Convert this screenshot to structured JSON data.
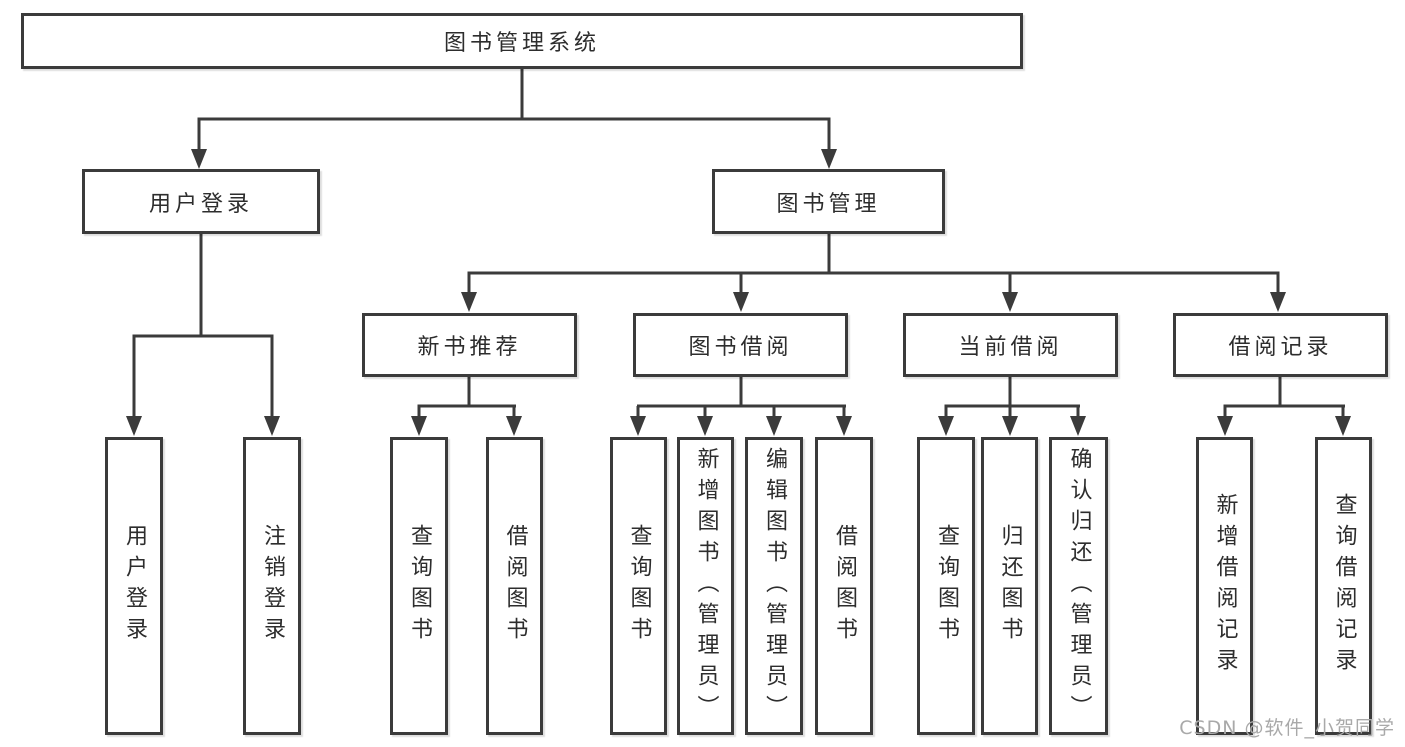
{
  "tree": {
    "label": "图书管理系统",
    "children": [
      {
        "label": "用户登录",
        "children": [
          {
            "label": "用户登录"
          },
          {
            "label": "注销登录"
          }
        ]
      },
      {
        "label": "图书管理",
        "children": [
          {
            "label": "新书推荐",
            "children": [
              {
                "label": "查询图书"
              },
              {
                "label": "借阅图书"
              }
            ]
          },
          {
            "label": "图书借阅",
            "children": [
              {
                "label": "查询图书"
              },
              {
                "label": "新增图书（管理员）"
              },
              {
                "label": "编辑图书（管理员）"
              },
              {
                "label": "借阅图书"
              }
            ]
          },
          {
            "label": "当前借阅",
            "children": [
              {
                "label": "查询图书"
              },
              {
                "label": "归还图书"
              },
              {
                "label": "确认归还（管理员）"
              }
            ]
          },
          {
            "label": "借阅记录",
            "children": [
              {
                "label": "新增借阅记录"
              },
              {
                "label": "查询借阅记录"
              }
            ]
          }
        ]
      }
    ]
  },
  "watermark": {
    "text": "CSDN @软件_小贺同学"
  },
  "colors": {
    "line": "#3b3b3b",
    "text": "#2d2d2d",
    "background": "#ffffff",
    "watermark": "#a9a9a9"
  }
}
